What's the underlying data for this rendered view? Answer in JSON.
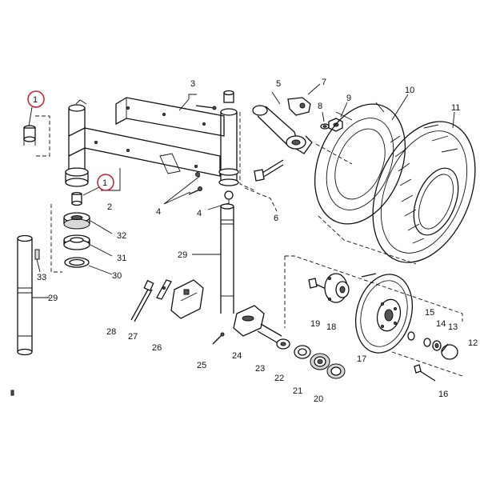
{
  "colors": {
    "highlight_fill": "#f4ea6a",
    "callout_ring": "#c8202a",
    "ink": "#111111"
  },
  "labels": {
    "l1a": "1",
    "l1b": "1",
    "l2": "2",
    "l3": "3",
    "l4a": "4",
    "l4b": "4",
    "l5": "5",
    "l6": "6",
    "l7": "7",
    "l8": "8",
    "l9": "9",
    "l10": "10",
    "l11": "11",
    "l12": "12",
    "l13": "13",
    "l14": "14",
    "l15": "15",
    "l16": "16",
    "l17": "17",
    "l18": "18",
    "l19": "19",
    "l20": "20",
    "l21": "21",
    "l22": "22",
    "l23": "23",
    "l24": "24",
    "l25": "25",
    "l26": "26",
    "l27": "27",
    "l28": "28",
    "l29a": "29",
    "l29b": "29",
    "l30": "30",
    "l31": "31",
    "l32": "32",
    "l33": "33"
  }
}
